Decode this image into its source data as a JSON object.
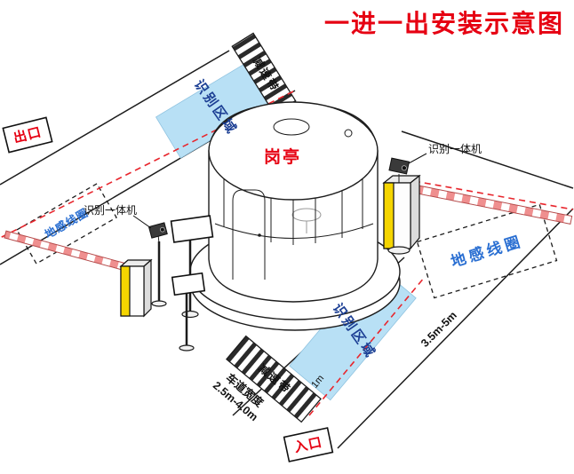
{
  "title": "一进一出安装示意图",
  "gates": {
    "exit_label": "出口",
    "entrance_label": "入口"
  },
  "booth": {
    "label": "岗亭"
  },
  "exit_lane": {
    "speed_bump_label": "减速带",
    "recognition_zone_label": "识别区域",
    "reader_label": "识别一体机",
    "ground_coil_label": "地感线圈"
  },
  "entry_lane": {
    "speed_bump_label": "减速带",
    "recognition_zone_label": "识别区域",
    "reader_label": "识别一体机",
    "ground_coil_label": "地感线圈",
    "lane_width_label": "车道宽度",
    "lane_width_value": "2.5m-4.0m",
    "coil_distance_value": "3.5m-5m",
    "zone_offset_value": "1m"
  },
  "colors": {
    "title-red": "#e60012",
    "zone-fill": "#b8e0f5",
    "zone-text": "#1c3f94",
    "coil-text": "#2a6fd2",
    "arm-pink": "#ef8f8f",
    "dashed-red": "#e8262d",
    "housing-yellow": "#f5d500",
    "line-black": "#1c1c1c"
  }
}
